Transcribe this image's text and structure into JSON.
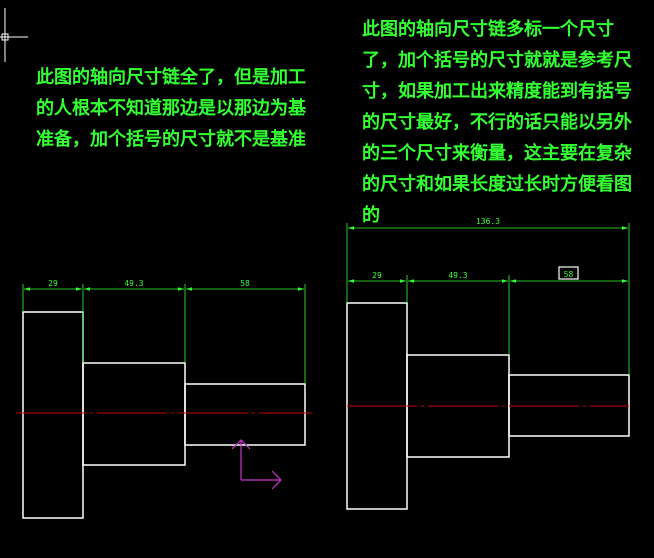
{
  "notes": {
    "left": "此图的轴向尺寸链全了，但是加工的人根本不知道那边是以那边为基准备，加个括号的尺寸就不是基准",
    "right": "此图的轴向尺寸链多标一个尺寸了，加个括号的尺寸就就是参考尺寸，如果加工出来精度能到有括号的尺寸最好，不行的话只能以另外的三个尺寸来衡量，这主要在复杂的尺寸和如果长度过长时方便看图的"
  },
  "dimensions": {
    "left": {
      "d1": "29",
      "d2": "49.3",
      "d3": "58"
    },
    "right": {
      "total": "136.3",
      "d1": "29",
      "d2": "49.3",
      "d3": "58"
    }
  },
  "colors": {
    "background": "#000000",
    "outline": "#ffffff",
    "dimension": "#33ff33",
    "centerline": "#cc0000",
    "ucs": "#cc33cc",
    "crosshair": "#ffffff"
  },
  "icons": {
    "cursor": "crosshair-icon",
    "ucs": "ucs-axis-icon"
  }
}
